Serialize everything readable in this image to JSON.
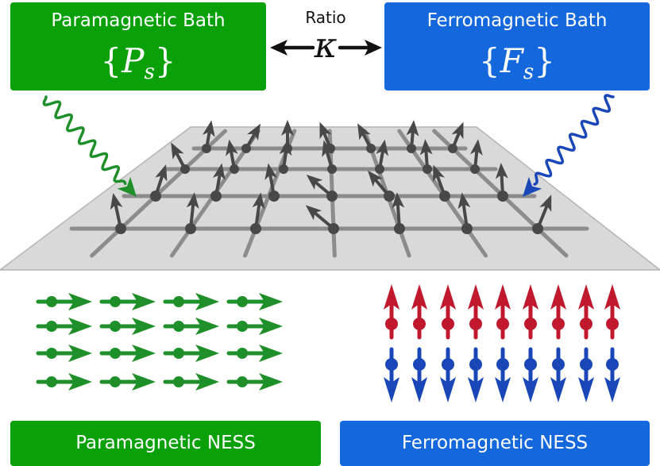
{
  "colors": {
    "paramagnetic_green": "#0aa00a",
    "ferromagnetic_blue": "#1468dc",
    "paramagnetic_arrow_green": "#1f8f2a",
    "ferromagnetic_arrow_blue": "#1a47b8",
    "up_spin_red": "#c0182c",
    "lattice_spin_gray": "#484848",
    "lattice_plane_gray": "#d9d9d9",
    "lattice_grid_gray": "#8c8c8c"
  },
  "paramagnetic_bath": {
    "title": "Paramagnetic Bath",
    "brace_open": "{",
    "symbol": "P",
    "subscript": "s",
    "brace_close": "}"
  },
  "ferromagnetic_bath": {
    "title": "Ferromagnetic Bath",
    "brace_open": "{",
    "symbol": "F",
    "subscript": "s",
    "brace_close": "}"
  },
  "ratio": {
    "label": "Ratio",
    "symbol": "κ"
  },
  "paramagnetic_ness": {
    "label": "Paramagnetic NESS"
  },
  "ferromagnetic_ness": {
    "label": "Ferromagnetic NESS"
  }
}
